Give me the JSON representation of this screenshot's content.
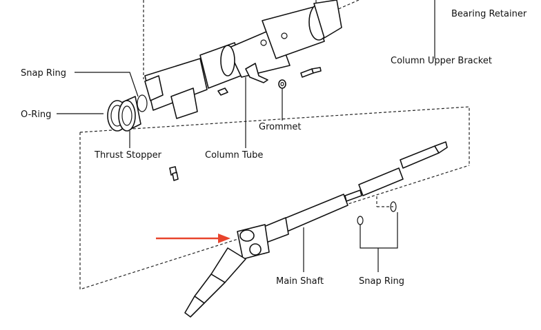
{
  "labels": {
    "bearing_retainer": "Bearing Retainer",
    "column_upper_bracket": "Column Upper Bracket",
    "snap_ring_top": "Snap Ring",
    "o_ring": "O-Ring",
    "thrust_stopper": "Thrust Stopper",
    "column_tube": "Column Tube",
    "grommet": "Grommet",
    "main_shaft": "Main Shaft",
    "snap_ring_bottom": "Snap Ring"
  },
  "arrow_color": "#e8442c"
}
